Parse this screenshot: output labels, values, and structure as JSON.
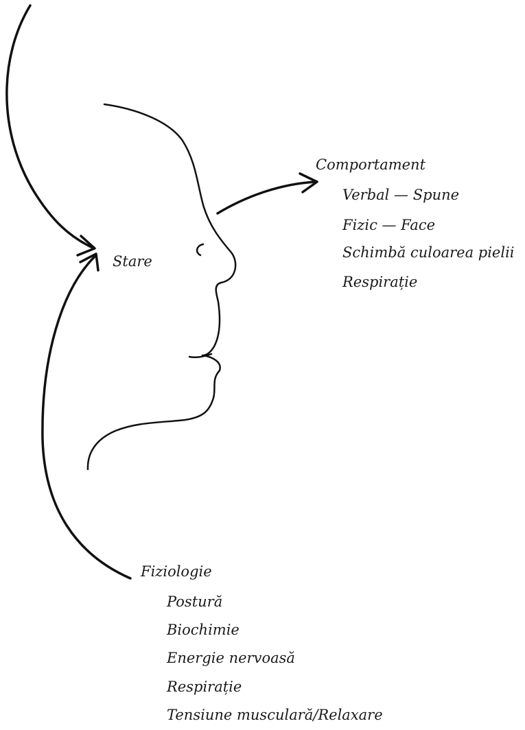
{
  "state_label": "Stare",
  "behavior": {
    "heading": "Comportament",
    "items": [
      "Verbal — Spune",
      "Fizic — Face",
      "Schimbă culoarea pielii",
      "Respirație"
    ]
  },
  "physiology": {
    "heading": "Fiziologie",
    "items": [
      "Postură",
      "Biochimie",
      "Energie nervoasă",
      "Respirație",
      "Tensiune musculară/Relaxare"
    ]
  },
  "colors": {
    "ink": "#111111",
    "text": "#1a1a1a",
    "background": "#ffffff"
  }
}
